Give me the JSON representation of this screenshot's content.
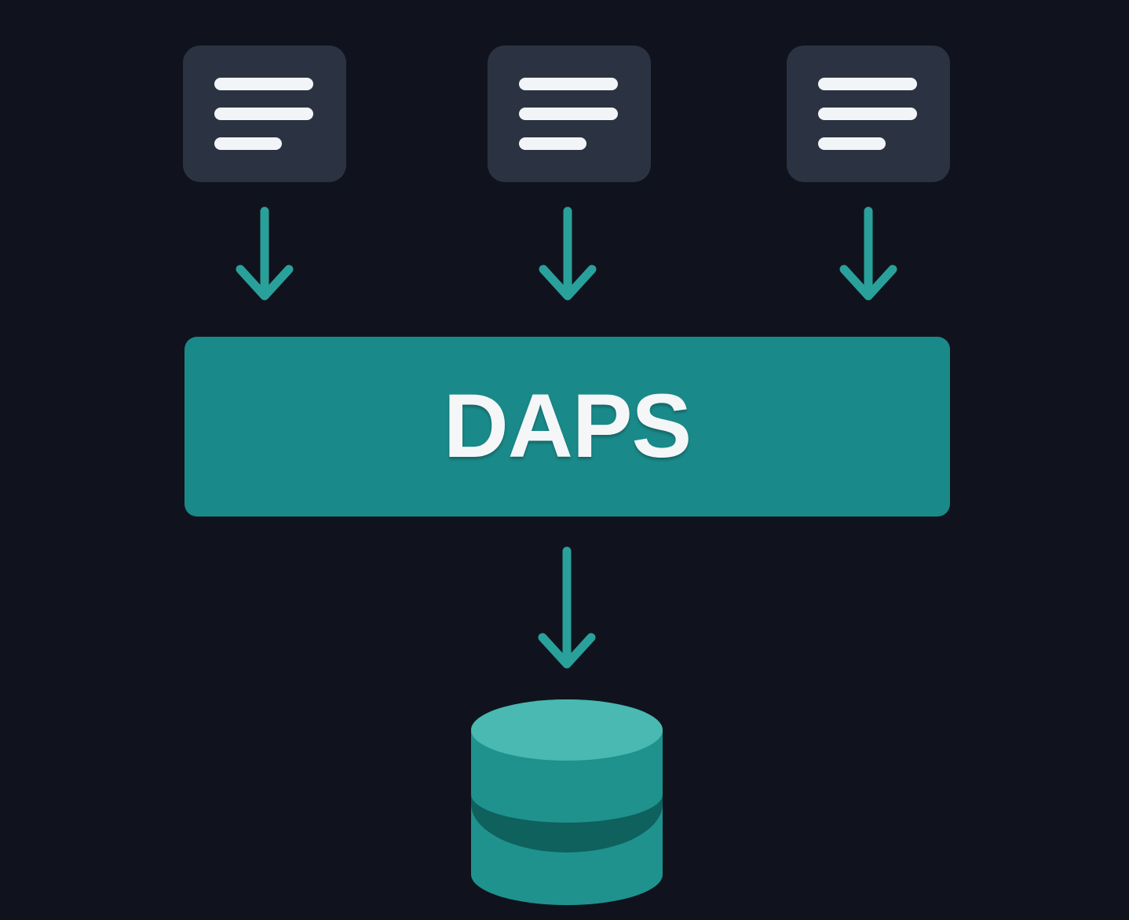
{
  "colors": {
    "background": "#10131d",
    "card": "#2b3342",
    "card-line": "#f2f5f7",
    "arrow": "#2aa09b",
    "hub": "#1a8989",
    "hub-text": "#f4f6f8",
    "db-body": "#1f928d",
    "db-top": "#49b9b1",
    "db-band": "#0f615e"
  },
  "hub": {
    "label": "DAPS"
  },
  "sources": [
    {
      "name": "document-card-1",
      "icon": "document-lines-icon"
    },
    {
      "name": "document-card-2",
      "icon": "document-lines-icon"
    },
    {
      "name": "document-card-3",
      "icon": "document-lines-icon"
    }
  ],
  "database": {
    "name": "database-cylinder-icon"
  }
}
